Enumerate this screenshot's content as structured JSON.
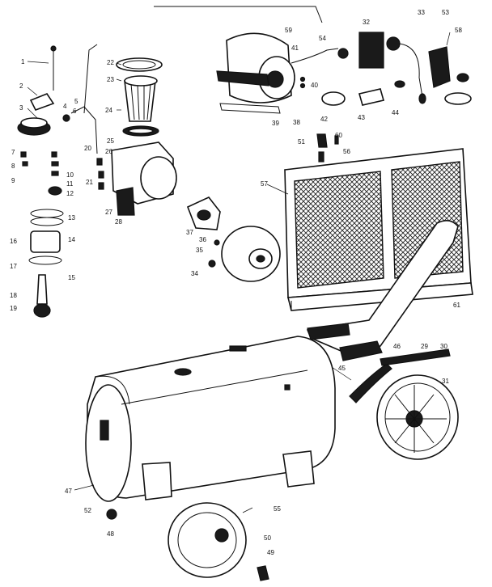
{
  "callouts": [
    {
      "label": "1"
    },
    {
      "label": "2"
    },
    {
      "label": "3"
    },
    {
      "label": "4"
    },
    {
      "label": "5"
    },
    {
      "label": "6"
    },
    {
      "label": "7"
    },
    {
      "label": "8"
    },
    {
      "label": "9"
    },
    {
      "label": "10"
    },
    {
      "label": "11"
    },
    {
      "label": "12"
    },
    {
      "label": "13"
    },
    {
      "label": "14"
    },
    {
      "label": "15"
    },
    {
      "label": "16"
    },
    {
      "label": "17"
    },
    {
      "label": "18"
    },
    {
      "label": "19"
    },
    {
      "label": "20"
    },
    {
      "label": "21"
    },
    {
      "label": "22"
    },
    {
      "label": "23"
    },
    {
      "label": "24"
    },
    {
      "label": "25"
    },
    {
      "label": "26"
    },
    {
      "label": "27"
    },
    {
      "label": "28"
    },
    {
      "label": "29"
    },
    {
      "label": "30"
    },
    {
      "label": "31"
    },
    {
      "label": "32"
    },
    {
      "label": "33"
    },
    {
      "label": "34"
    },
    {
      "label": "35"
    },
    {
      "label": "36"
    },
    {
      "label": "37"
    },
    {
      "label": "38"
    },
    {
      "label": "39"
    },
    {
      "label": "40"
    },
    {
      "label": "41"
    },
    {
      "label": "42"
    },
    {
      "label": "43"
    },
    {
      "label": "44"
    },
    {
      "label": "45"
    },
    {
      "label": "46"
    },
    {
      "label": "47"
    },
    {
      "label": "48"
    },
    {
      "label": "49"
    },
    {
      "label": "50"
    },
    {
      "label": "51"
    },
    {
      "label": "52"
    },
    {
      "label": "53"
    },
    {
      "label": "54"
    },
    {
      "label": "55"
    },
    {
      "label": "56"
    },
    {
      "label": "57"
    },
    {
      "label": "58"
    },
    {
      "label": "59"
    },
    {
      "label": "60"
    },
    {
      "label": "61"
    }
  ]
}
